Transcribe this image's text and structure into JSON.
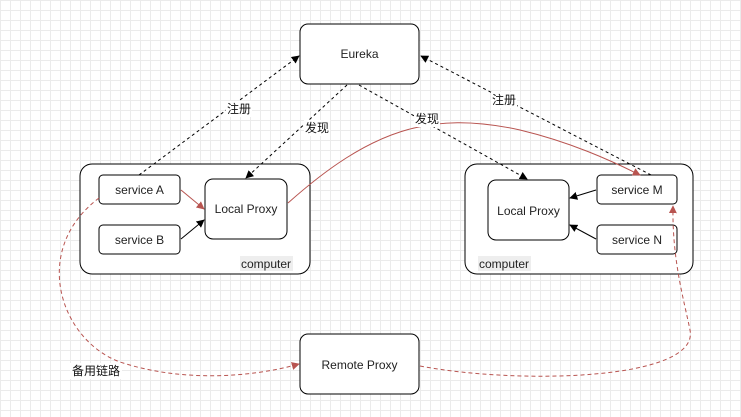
{
  "nodes": {
    "eureka": "Eureka",
    "service_a": "service A",
    "service_b": "service B",
    "local_proxy_left": "Local Proxy",
    "computer_left": "computer",
    "local_proxy_right": "Local Proxy",
    "service_m": "service M",
    "service_n": "service N",
    "computer_right": "computer",
    "remote_proxy": "Remote Proxy"
  },
  "edges": {
    "register_left": "注册",
    "register_right": "注册",
    "discover_left": "发现",
    "discover_right": "发现",
    "backup_link": "备用链路"
  },
  "colors": {
    "red_link": "#b85450",
    "black_link": "#000000"
  }
}
